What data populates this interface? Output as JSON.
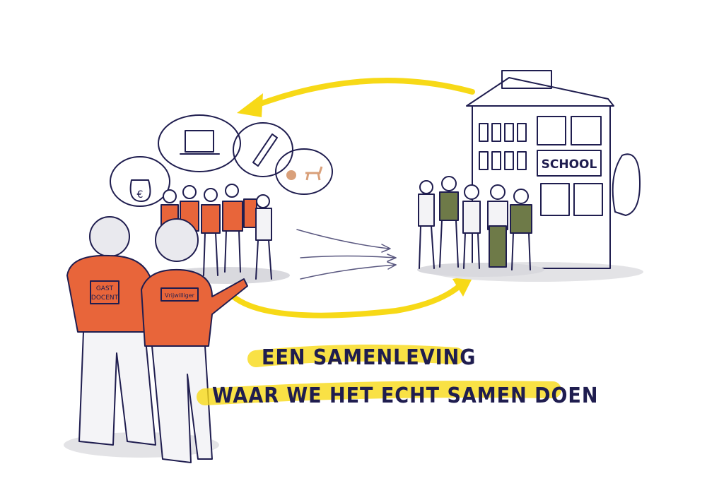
{
  "slogan": {
    "line1": "EEN SAMENLEVING",
    "line2": "WAAR WE HET ECHT SAMEN DOEN"
  },
  "school_sign": "SCHOOL",
  "badges": {
    "guest_teacher_line1": "GAST",
    "guest_teacher_line2": "DOCENT",
    "volunteer": "Vrijwilliger"
  },
  "money_bag_symbol": "€",
  "colors": {
    "orange": "#e8653a",
    "yellow": "#f7d917",
    "ink": "#1f1d4f",
    "olive": "#6e7a48",
    "shadow": "#e3e3e6"
  }
}
